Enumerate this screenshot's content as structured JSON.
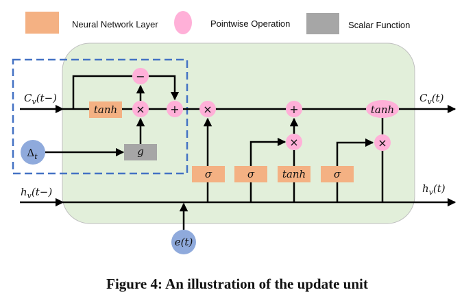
{
  "legend": {
    "neural_layer": "Neural Network Layer",
    "pointwise": "Pointwise Operation",
    "scalar": "Scalar Function"
  },
  "colors": {
    "neural_layer": "#f4b183",
    "pointwise": "#ffb0d8",
    "scalar": "#a6a6a6",
    "cell_background": "#e2efda",
    "input_node": "#8faadc",
    "dashed_box": "#4472c4"
  },
  "inputs": {
    "cell_in_main": "C",
    "cell_in_sub": "v",
    "cell_in_arg": "(t−)",
    "hidden_in_main": "h",
    "hidden_in_sub": "v",
    "hidden_in_arg": "(t−)",
    "delta_main": "Δ",
    "delta_sub": "t",
    "event": "e(t)"
  },
  "outputs": {
    "cell_out_main": "C",
    "cell_out_sub": "v",
    "cell_out_arg": "(t)",
    "hidden_out_main": "h",
    "hidden_out_sub": "v",
    "hidden_out_arg": "(t)"
  },
  "nodes": {
    "tanh": "tanh",
    "sigma": "σ",
    "g": "g",
    "minus": "−",
    "plus": "+",
    "times": "×"
  },
  "caption": "Figure 4: An illustration of the update unit"
}
